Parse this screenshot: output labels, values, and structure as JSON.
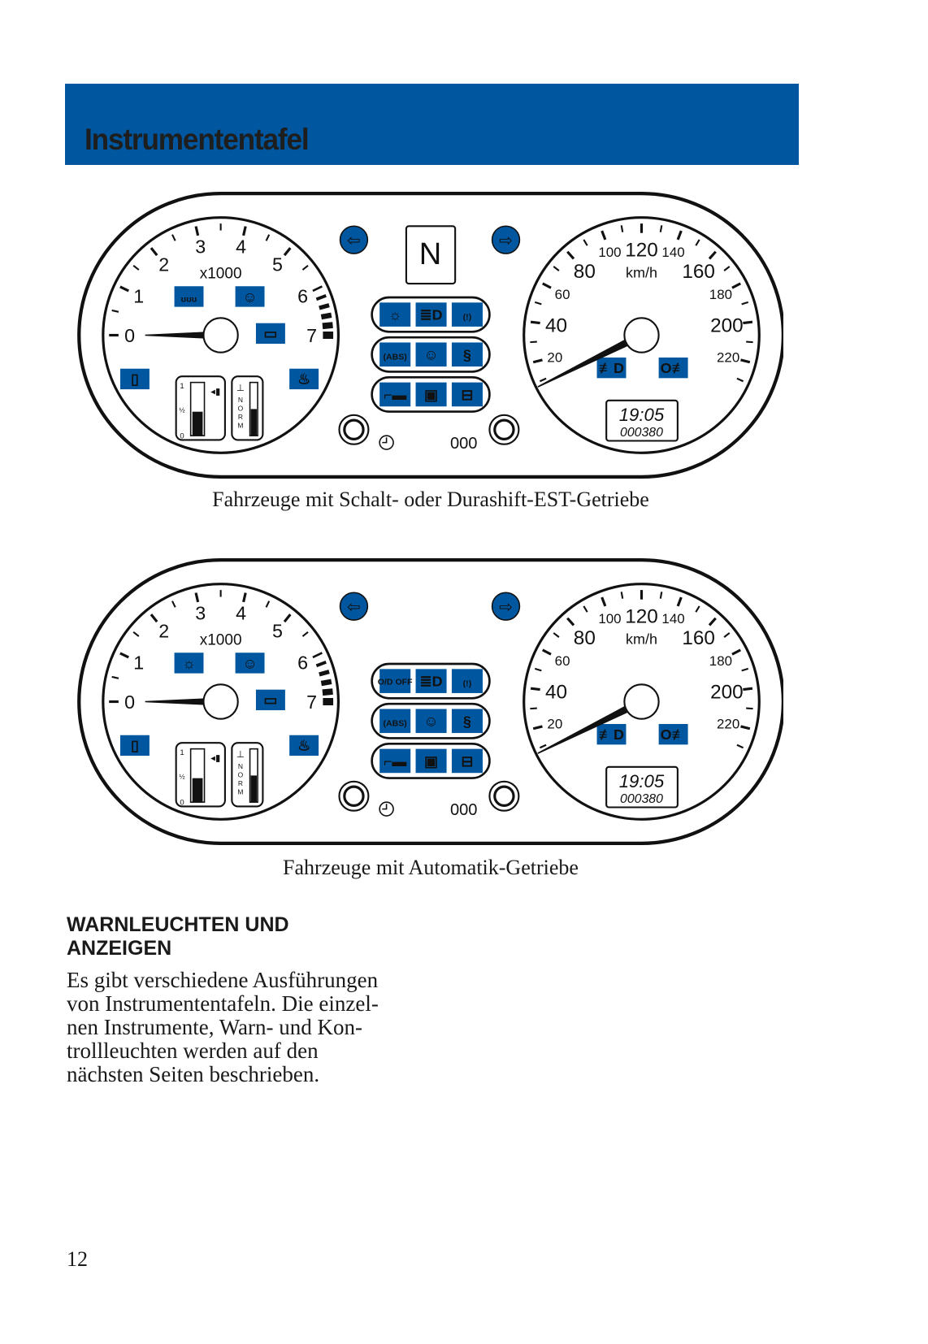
{
  "header": {
    "title": "Instrumententafel"
  },
  "colors": {
    "banner": "#0057a0",
    "icon_bg": "#0057a0",
    "ink": "#111111"
  },
  "clusters": [
    {
      "caption": "Fahrzeuge mit Schalt- oder Durashift-EST-Getriebe",
      "gear": "N",
      "tach": {
        "unit": "x1000",
        "labels": [
          "0",
          "1",
          "2",
          "3",
          "4",
          "5",
          "6",
          "7"
        ],
        "needle_rpm": 0,
        "icons": [
          "glow-plug-icon",
          "seatbelt-icon",
          "engine-icon",
          "fuel-icon",
          "coolant-temp-icon"
        ]
      },
      "speedo": {
        "unit": "km/h",
        "labels": [
          "20",
          "40",
          "60",
          "80",
          "100",
          "120",
          "140",
          "160",
          "180",
          "200",
          "220"
        ],
        "needle_kmh": 8,
        "icons": [
          "front-fog-icon",
          "rear-fog-icon"
        ]
      },
      "lcd": {
        "time": "19:05",
        "odometer": "000380"
      },
      "trip": "000",
      "fuel_gauge": {
        "labels": [
          "1",
          "½",
          "0"
        ],
        "level": 0.45
      },
      "temp_gauge": {
        "label": [
          "N",
          "O",
          "R",
          "M"
        ],
        "level": 0.5
      },
      "warning_rows": [
        [
          {
            "icon": "sidelight-warning-icon"
          },
          {
            "icon": "main-beam-icon"
          },
          {
            "icon": "brake-warning-icon"
          }
        ],
        [
          {
            "icon": "abs-icon"
          },
          {
            "icon": "airbag-icon"
          },
          {
            "icon": "traction-control-icon"
          }
        ],
        [
          {
            "icon": "oil-pressure-icon"
          },
          {
            "icon": "door-open-icon"
          },
          {
            "icon": "battery-icon"
          }
        ]
      ]
    },
    {
      "caption": "Fahrzeuge mit Automatik-Getriebe",
      "gear": null,
      "tach": {
        "unit": "x1000",
        "labels": [
          "0",
          "1",
          "2",
          "3",
          "4",
          "5",
          "6",
          "7"
        ],
        "needle_rpm": 0,
        "icons": [
          "transmission-warning-icon",
          "seatbelt-icon",
          "engine-icon",
          "fuel-icon",
          "coolant-temp-icon"
        ]
      },
      "speedo": {
        "unit": "km/h",
        "labels": [
          "20",
          "40",
          "60",
          "80",
          "100",
          "120",
          "140",
          "160",
          "180",
          "200",
          "220"
        ],
        "needle_kmh": 8,
        "icons": [
          "front-fog-icon",
          "rear-fog-icon"
        ]
      },
      "lcd": {
        "time": "19:05",
        "odometer": "000380"
      },
      "trip": "000",
      "fuel_gauge": {
        "labels": [
          "1",
          "½",
          "0"
        ],
        "level": 0.45
      },
      "temp_gauge": {
        "label": [
          "N",
          "O",
          "R",
          "M"
        ],
        "level": 0.5
      },
      "warning_rows": [
        [
          {
            "icon": "od-off-icon",
            "text": "O/D OFF"
          },
          {
            "icon": "main-beam-icon"
          },
          {
            "icon": "brake-warning-icon"
          }
        ],
        [
          {
            "icon": "abs-icon"
          },
          {
            "icon": "airbag-icon"
          },
          {
            "icon": "traction-control-icon"
          }
        ],
        [
          {
            "icon": "oil-pressure-icon"
          },
          {
            "icon": "door-open-icon"
          },
          {
            "icon": "battery-icon"
          }
        ]
      ]
    }
  ],
  "section": {
    "heading": [
      "WARNLEUCHTEN UND",
      "ANZEIGEN"
    ],
    "body": [
      "Es gibt verschiedene Ausführungen",
      "von Instrumententafeln. Die einzel-",
      "nen Instrumente, Warn- und Kon-",
      "trollleuchten werden auf den",
      "nächsten Seiten beschrieben."
    ]
  },
  "page_number": "12"
}
